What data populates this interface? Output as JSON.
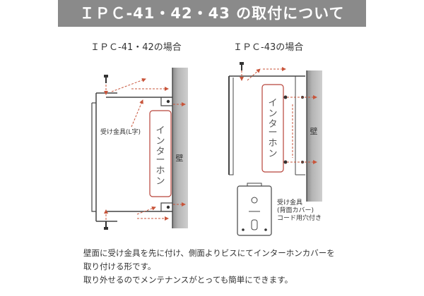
{
  "header": {
    "title": "ＩＰＣ-41・42・43 の取付について"
  },
  "left": {
    "title": "ＩＰＣ-41・42の場合",
    "bracket_label": "受け金具(L字)",
    "device_label": [
      "イ",
      "ン",
      "タ",
      "ー",
      "ホ",
      "ン"
    ],
    "wall_label": "壁"
  },
  "right": {
    "title": "ＩＰＣ-43の場合",
    "bracket_label": "受け金具",
    "bracket_sub1": "(背面カバー)",
    "bracket_sub2": "コード用穴付き",
    "device_label": [
      "イ",
      "ン",
      "タ",
      "ー",
      "ホ",
      "ン"
    ],
    "wall_label": "壁"
  },
  "description": {
    "line1": "壁面に受け金具を先に付け、側面よりビスにてインターホンカバーを",
    "line2": "取り付ける形です。",
    "line3": "取り外せるのでメンテナンスがとっても簡単にできます。"
  },
  "colors": {
    "banner": "#8a8a8a",
    "arrow": "#c8553b",
    "wall": "#a6a6a6",
    "device_border": "#b8443a"
  }
}
